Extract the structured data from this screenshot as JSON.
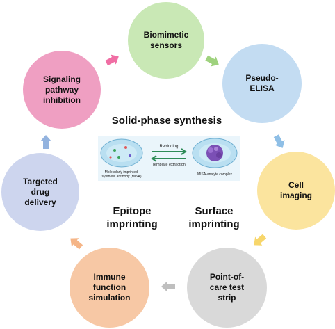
{
  "center": {
    "title": "Solid-phase synthesis",
    "left_caption": "Epitope\nimprinting",
    "right_caption": "Surface\nimprinting"
  },
  "illustration": {
    "arrow_top_label": "Rebinding",
    "arrow_bottom_label": "Template extraction",
    "left_label": "Molecularly imprinted\nsynthetic antibody (MISA)",
    "right_label": "MISA-analyte complex"
  },
  "nodes": [
    {
      "label": "Biomimetic\nsensors",
      "color": "#c9e8b5"
    },
    {
      "label": "Pseudo-\nELISA",
      "color": "#c3dcf2"
    },
    {
      "label": "Cell\nimaging",
      "color": "#fbe49e"
    },
    {
      "label": "Point-of-\ncare test\nstrip",
      "color": "#d9d9d9"
    },
    {
      "label": "Immune\nfunction\nsimulation",
      "color": "#f7c8a5"
    },
    {
      "label": "Targeted\ndrug\ndelivery",
      "color": "#cdd5ee"
    },
    {
      "label": "Signaling\npathway\ninhibition",
      "color": "#ef9fc2"
    }
  ],
  "arrows": [
    {
      "color": "#f06ea4"
    },
    {
      "color": "#9fd27e"
    },
    {
      "color": "#8fbfe6"
    },
    {
      "color": "#f7d66b"
    },
    {
      "color": "#bfbfbf"
    },
    {
      "color": "#f5b587"
    },
    {
      "color": "#93b3df"
    }
  ]
}
